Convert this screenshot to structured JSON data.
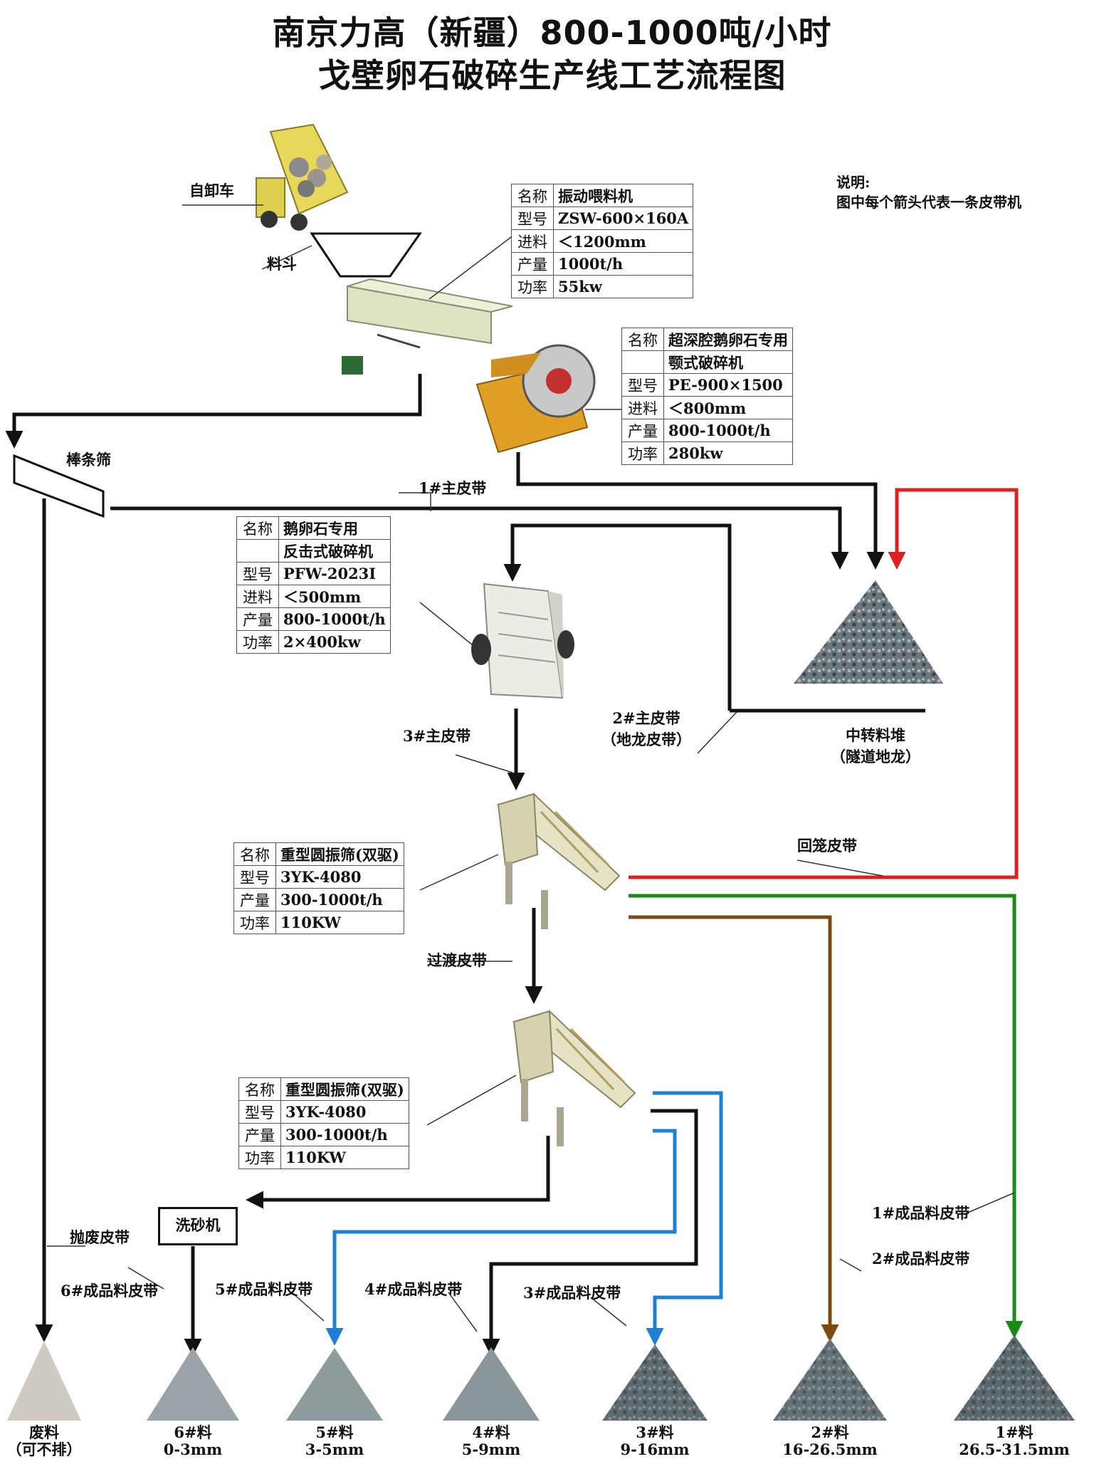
{
  "title": {
    "line1": "南京力高（新疆）800-1000吨/小时",
    "line2": "戈壁卵石破碎生产线工艺流程图"
  },
  "note": {
    "heading": "说明:",
    "text": "图中每个箭头代表一条皮带机"
  },
  "labels": {
    "dump_truck": "自卸车",
    "hopper": "料斗",
    "grizzly": "棒条筛",
    "belt_1": "1#主皮带",
    "belt_2_a": "2#主皮带",
    "belt_2_b": "（地龙皮带）",
    "belt_3": "3#主皮带",
    "stockpile_a": "中转料堆",
    "stockpile_b": "（隧道地龙）",
    "return_belt": "回笼皮带",
    "transfer_belt": "过渡皮带",
    "waste_belt": "抛废皮带",
    "sand_washer": "洗砂机",
    "product_belt_1": "1#成品料皮带",
    "product_belt_2": "2#成品料皮带",
    "product_belt_3": "3#成品料皮带",
    "product_belt_4": "4#成品料皮带",
    "product_belt_5": "5#成品料皮带",
    "product_belt_6": "6#成品料皮带"
  },
  "specs": {
    "feeder": [
      {
        "k": "名称",
        "v": "振动喂料机"
      },
      {
        "k": "型号",
        "v": "ZSW-600×160A"
      },
      {
        "k": "进料",
        "v": "＜1200mm"
      },
      {
        "k": "产量",
        "v": "1000t/h"
      },
      {
        "k": "功率",
        "v": "55kw"
      }
    ],
    "jaw": [
      {
        "k": "名称",
        "v": "超深腔鹅卵石专用"
      },
      {
        "k": "",
        "v": "颚式破碎机"
      },
      {
        "k": "型号",
        "v": "PE-900×1500"
      },
      {
        "k": "进料",
        "v": "＜800mm"
      },
      {
        "k": "产量",
        "v": "800-1000t/h"
      },
      {
        "k": "功率",
        "v": "280kw"
      }
    ],
    "impact": [
      {
        "k": "名称",
        "v": "鹅卵石专用"
      },
      {
        "k": "",
        "v": "反击式破碎机"
      },
      {
        "k": "型号",
        "v": "PFW-2023I"
      },
      {
        "k": "进料",
        "v": "＜500mm"
      },
      {
        "k": "产量",
        "v": "800-1000t/h"
      },
      {
        "k": "功率",
        "v": "2×400kw"
      }
    ],
    "screen1": [
      {
        "k": "名称",
        "v": "重型圆振筛(双驱)"
      },
      {
        "k": "型号",
        "v": "3YK-4080"
      },
      {
        "k": "产量",
        "v": "300-1000t/h"
      },
      {
        "k": "功率",
        "v": "110KW"
      }
    ],
    "screen2": [
      {
        "k": "名称",
        "v": "重型圆振筛(双驱)"
      },
      {
        "k": "型号",
        "v": "3YK-4080"
      },
      {
        "k": "产量",
        "v": "300-1000t/h"
      },
      {
        "k": "功率",
        "v": "110KW"
      }
    ]
  },
  "products": [
    {
      "name": "废料",
      "size": "（可不排）",
      "color": "#cfcac2"
    },
    {
      "name": "6#料",
      "size": "0-3mm",
      "color": "#9aa4a8"
    },
    {
      "name": "5#料",
      "size": "3-5mm",
      "color": "#8e9a9c"
    },
    {
      "name": "4#料",
      "size": "5-9mm",
      "color": "#8a9699"
    },
    {
      "name": "3#料",
      "size": "9-16mm",
      "color": "#4e5a60"
    },
    {
      "name": "2#料",
      "size": "16-26.5mm",
      "color": "#5d686c"
    },
    {
      "name": "1#料",
      "size": "26.5-31.5mm",
      "color": "#4a5459"
    }
  ],
  "colors": {
    "red": "#e02020",
    "green": "#1a8a1a",
    "brown": "#7a4a12",
    "blue": "#1e7fd6",
    "black": "#111111"
  }
}
